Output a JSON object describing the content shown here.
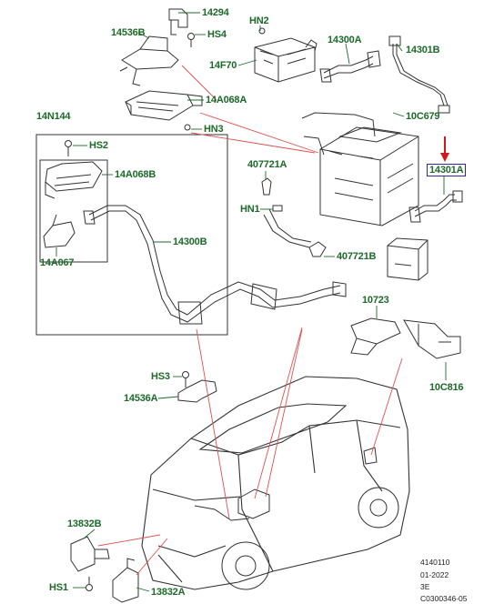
{
  "callouts": {
    "p14294": "14294",
    "p14536b": "14536B",
    "hs4": "HS4",
    "hn2": "HN2",
    "p14300a": "14300A",
    "p14301b": "14301B",
    "p14f70": "14F70",
    "p14a068a": "14A068A",
    "p10c679": "10C679",
    "hn3": "HN3",
    "p14n144": "14N144",
    "hs2": "HS2",
    "p14a068b": "14A068B",
    "p407721a": "407721A",
    "p14301a": "14301A",
    "hn1": "HN1",
    "p14300b": "14300B",
    "p14a067": "14A067",
    "p407721b": "407721B",
    "p10723": "10723",
    "p10c816": "10C816",
    "hs3": "HS3",
    "p14536a": "14536A",
    "p13832b": "13832B",
    "hs1": "HS1",
    "p13832a": "13832A"
  },
  "highlighted_callout": "14301A",
  "footer": {
    "line1": "4140110",
    "line2": "01-2022",
    "line3": "3E",
    "line4": "C0300346-05"
  },
  "colors": {
    "label_green": "#1c6a2a",
    "leader_red": "#e05050",
    "arrow_red": "#d01818",
    "highlight_box": "#2a2a9a",
    "line_art": "#333333"
  }
}
